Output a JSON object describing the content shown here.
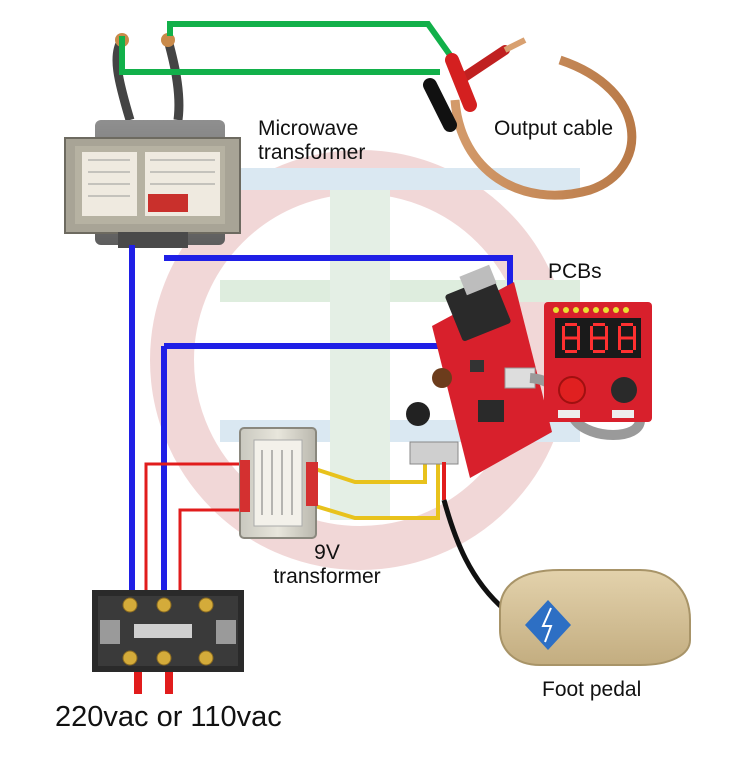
{
  "labels": {
    "microwave_transformer_line1": "Microwave",
    "microwave_transformer_line2": "transformer",
    "output_cable": "Output cable",
    "pcbs": "PCBs",
    "transformer_9v_line1": "9V",
    "transformer_9v_line2": "transformer",
    "foot_pedal": "Foot pedal",
    "mains_input": "220vac or 110vac"
  },
  "display": {
    "digits": "888"
  },
  "colors": {
    "mains_wire": "#1f1fe6",
    "output_wire": "#12b04a",
    "low_voltage_wire": "#e8c21c",
    "pedal_wire": "#e11c1c",
    "pcb": "#d8202c",
    "display_digits": "#ff3030",
    "pedal_body": "#d8c39a",
    "watermark": "#e7b7b7"
  },
  "icons": {
    "pedal_badge": "lightning-badge-icon",
    "transformer_label": "danger-label-icon"
  }
}
